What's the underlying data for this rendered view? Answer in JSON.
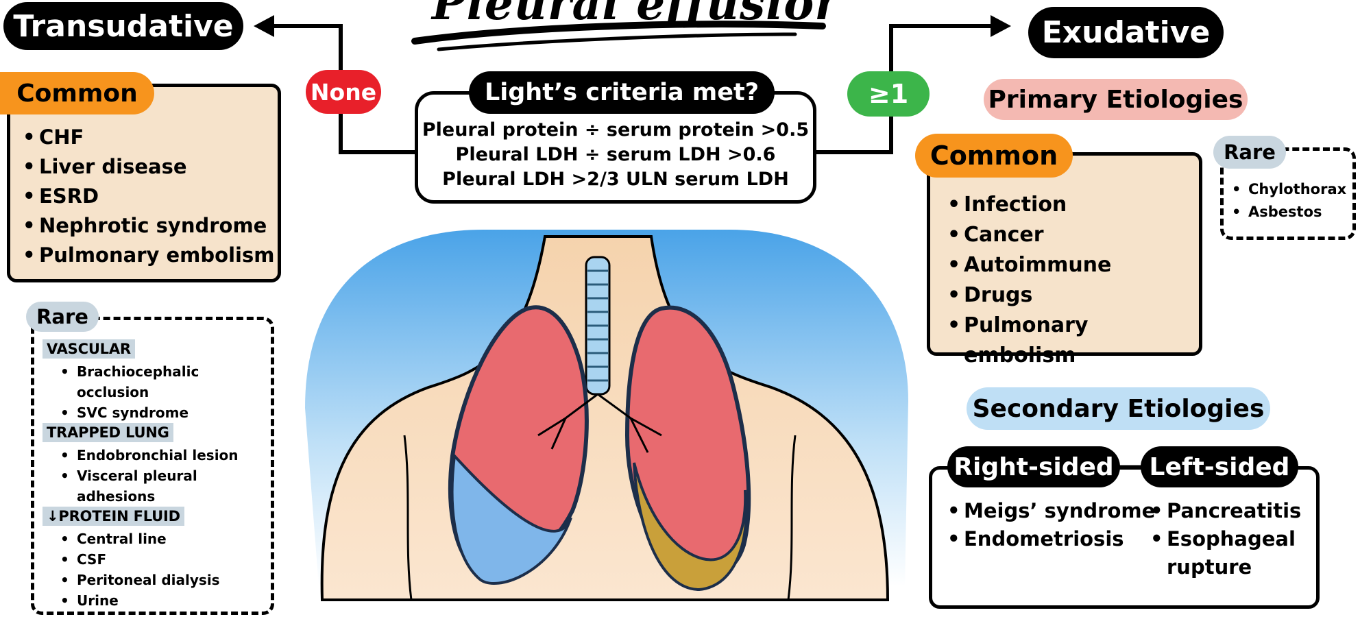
{
  "title": "Pleural effusion",
  "transudative": {
    "label": "Transudative",
    "common_label": "Common",
    "common_items": [
      "CHF",
      "Liver disease",
      "ESRD",
      "Nephrotic syndrome",
      "Pulmonary embolism"
    ],
    "rare_label": "Rare",
    "rare_groups": [
      {
        "category": "VASCULAR",
        "items": [
          "Brachiocephalic occlusion",
          "SVC syndrome"
        ]
      },
      {
        "category": "TRAPPED LUNG",
        "items": [
          "Endobronchial lesion",
          "Visceral pleural adhesions"
        ]
      },
      {
        "category": "↓PROTEIN FLUID",
        "items": [
          "Central line",
          "CSF",
          "Peritoneal dialysis",
          "Urine"
        ]
      }
    ]
  },
  "criteria": {
    "question": "Light’s criteria met?",
    "lines": [
      "Pleural protein ÷ serum protein >0.5",
      "Pleural LDH ÷ serum LDH >0.6",
      "Pleural LDH >2/3 ULN serum LDH"
    ],
    "none_label": "None",
    "some_label": "≥1"
  },
  "exudative": {
    "label": "Exudative",
    "primary_label": "Primary Etiologies",
    "common_label": "Common",
    "common_items": [
      "Infection",
      "Cancer",
      "Autoimmune",
      "Drugs",
      "Pulmonary embolism"
    ],
    "rare_label": "Rare",
    "rare_items": [
      "Chylothorax",
      "Asbestos"
    ],
    "secondary_label": "Secondary Etiologies",
    "right_label": "Right-sided",
    "right_items": [
      "Meigs’ syndrome",
      "Endometriosis"
    ],
    "left_label": "Left-sided",
    "left_items": [
      "Pancreatitis",
      "Esophageal rupture"
    ]
  },
  "colors": {
    "orange": "#f7941d",
    "red_badge": "#e8202a",
    "green_badge": "#3cb54a",
    "peach": "#f6e3cb",
    "pink": "#f4b9b2",
    "light_blue": "#bfdff5",
    "gray_label": "#c9d6df"
  },
  "illustration": "chest-lungs-illustration"
}
